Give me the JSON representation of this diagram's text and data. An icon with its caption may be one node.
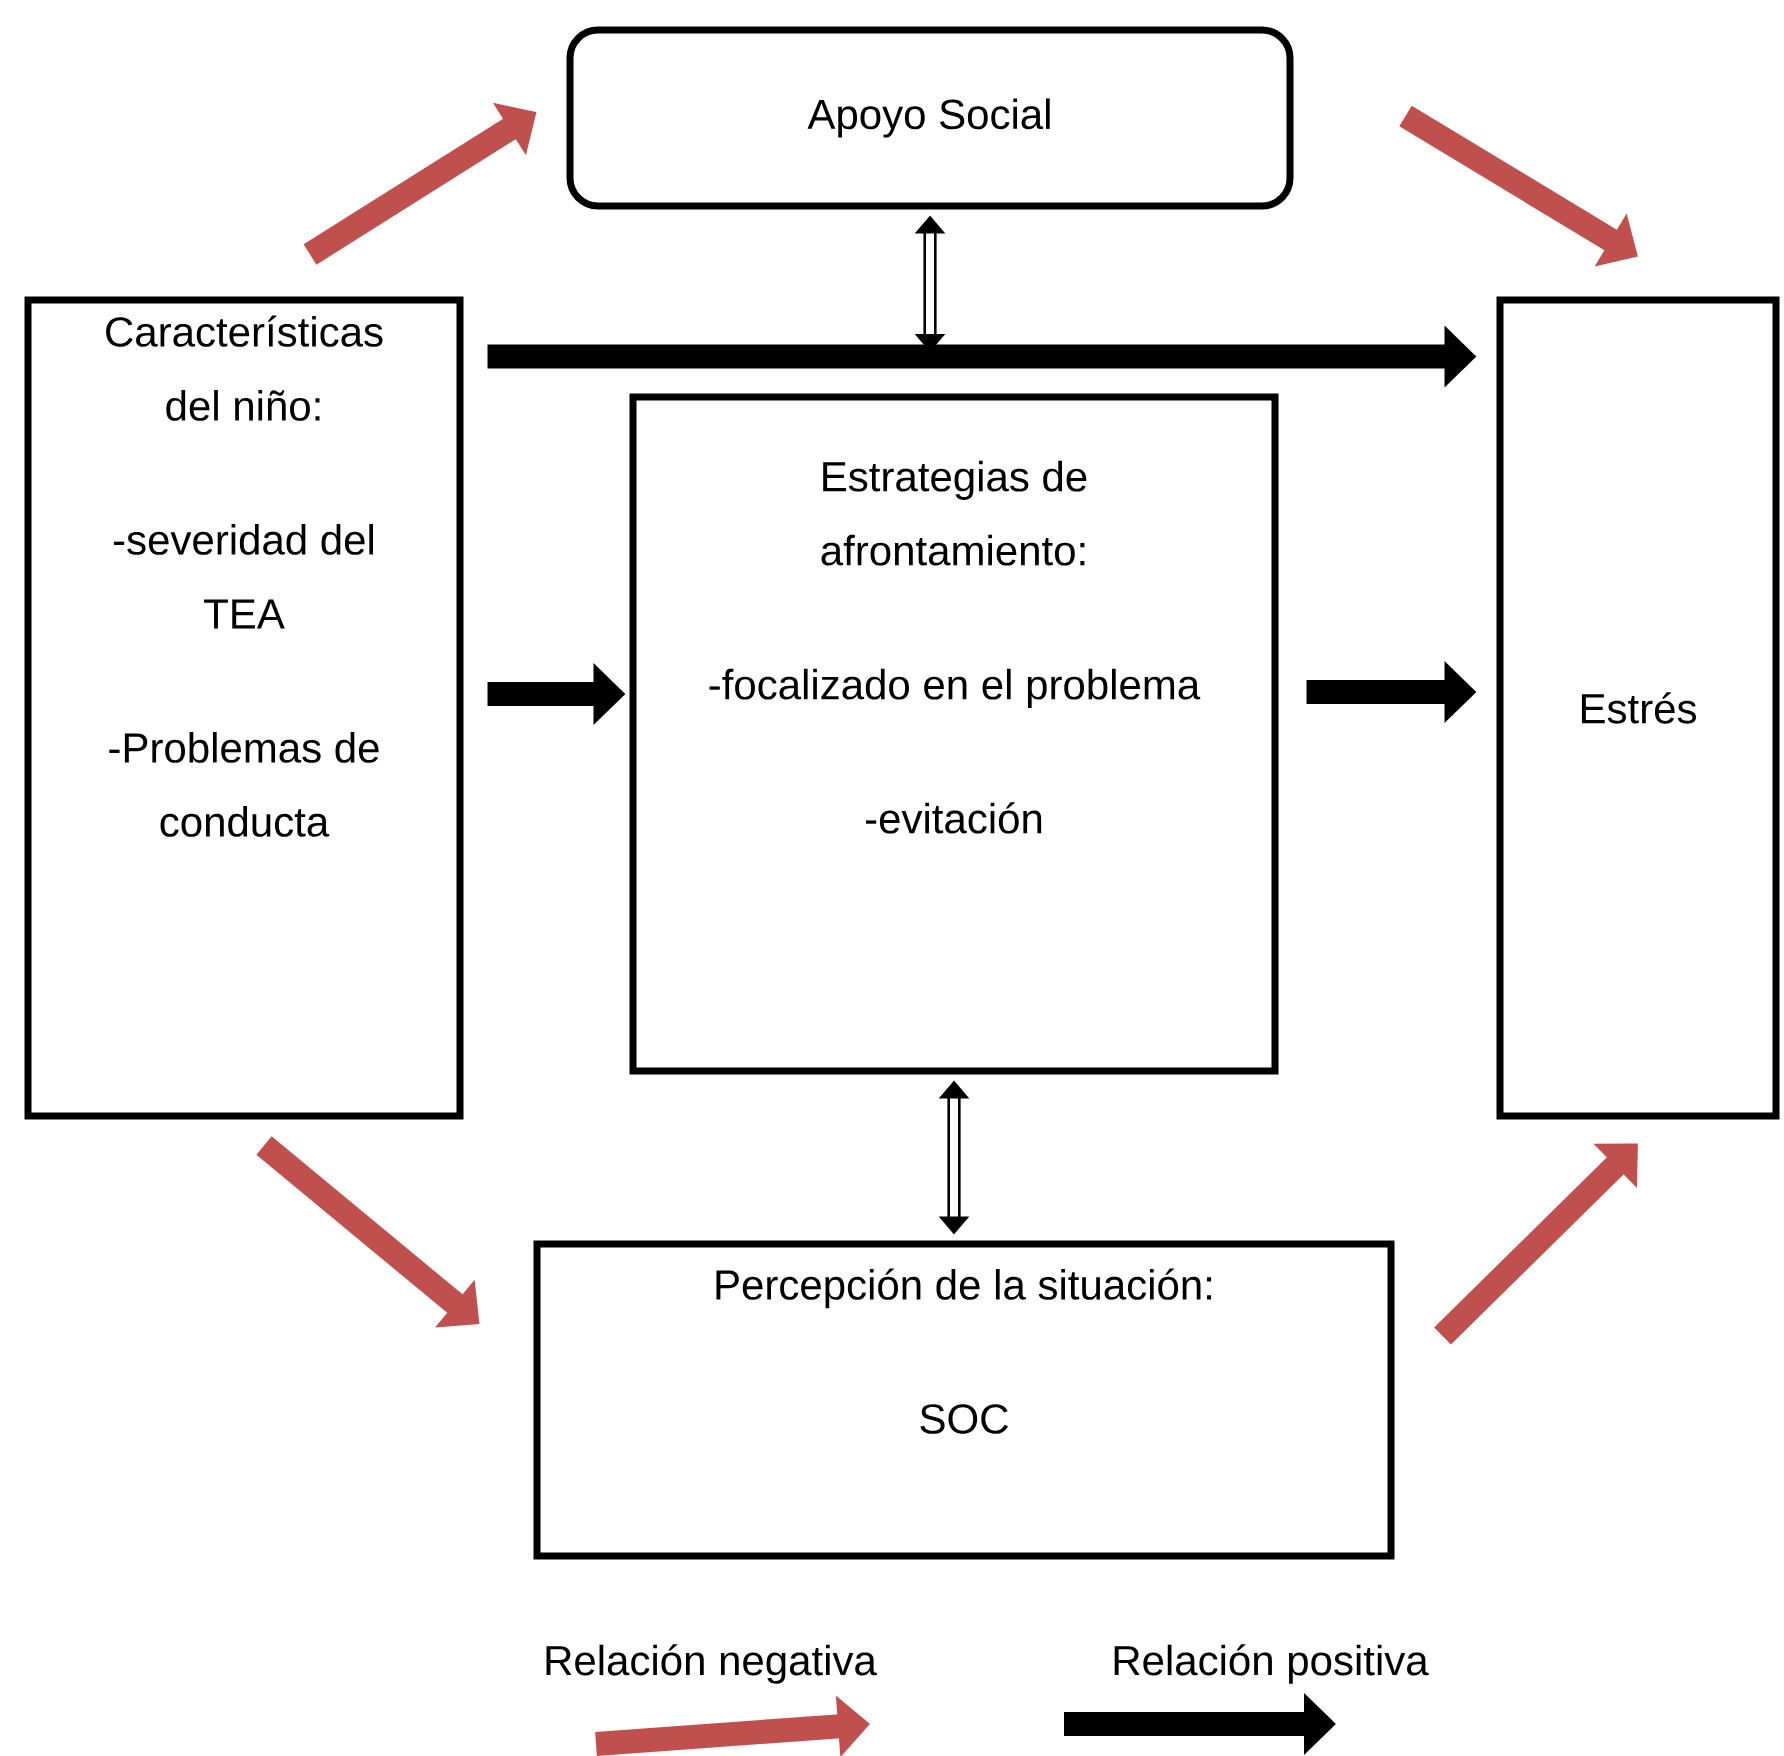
{
  "diagram": {
    "nodes": [
      {
        "text": [
          "Apoyo Social"
        ]
      },
      {
        "text": [
          "Características del niño:",
          "-severidad del TEA",
          "-Problemas de conducta"
        ]
      },
      {
        "text": [
          "Estrategias de afrontamiento:",
          "-focalizado en el problema",
          "-evitación"
        ]
      },
      {
        "text": [
          "Estrés"
        ]
      },
      {
        "text": [
          "Percepción de la situación:",
          "SOC"
        ]
      }
    ],
    "edges": [
      {
        "from": 1,
        "to": 0,
        "arrow": "to",
        "color": "#c0504d"
      },
      {
        "from": 0,
        "to": 3,
        "arrow": "to",
        "color": "#c0504d"
      },
      {
        "from": 1,
        "to": 3,
        "arrow": "to"
      },
      {
        "from": 0,
        "to": null,
        "arrow": "both"
      },
      {
        "from": 1,
        "to": 2,
        "arrow": "to"
      },
      {
        "from": 2,
        "to": 3,
        "arrow": "to"
      },
      {
        "from": 2,
        "to": 4,
        "arrow": "both"
      },
      {
        "from": 1,
        "to": 4,
        "arrow": "to",
        "color": "#c0504d"
      },
      {
        "from": 4,
        "to": 3,
        "arrow": "to",
        "color": "#c0504d"
      }
    ],
    "legend": [
      {
        "text": "Relación negativa"
      },
      {
        "text": "Relación positiva"
      }
    ]
  }
}
